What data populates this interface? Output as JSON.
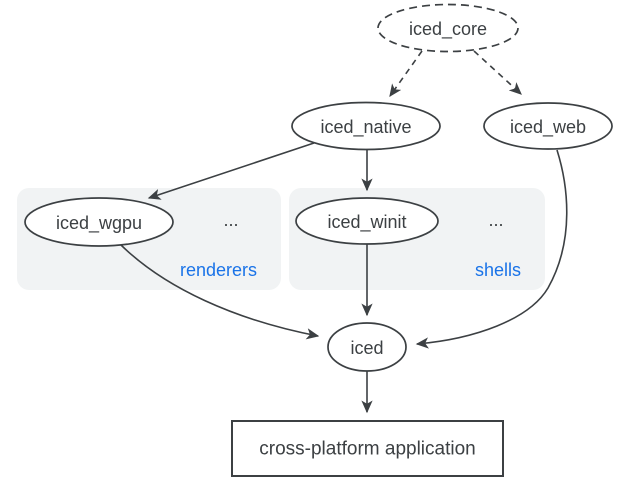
{
  "colors": {
    "ink": "#3c4043",
    "accent": "#1a73e8",
    "group_fill": "#f1f3f4",
    "node_fill": "#ffffff",
    "background": "#ffffff"
  },
  "nodes": {
    "iced_core": {
      "label": "iced_core",
      "shape": "ellipse",
      "border": "dashed"
    },
    "iced_native": {
      "label": "iced_native",
      "shape": "ellipse",
      "border": "solid"
    },
    "iced_web": {
      "label": "iced_web",
      "shape": "ellipse",
      "border": "solid"
    },
    "iced_wgpu": {
      "label": "iced_wgpu",
      "shape": "ellipse",
      "border": "solid"
    },
    "iced_winit": {
      "label": "iced_winit",
      "shape": "ellipse",
      "border": "solid"
    },
    "iced": {
      "label": "iced",
      "shape": "ellipse",
      "border": "solid"
    },
    "app": {
      "label": "cross-platform application",
      "shape": "rect",
      "border": "solid"
    }
  },
  "groups": {
    "renderers": {
      "label": "renderers",
      "ellipsis": "...",
      "contains": [
        "iced_wgpu"
      ]
    },
    "shells": {
      "label": "shells",
      "ellipsis": "...",
      "contains": [
        "iced_winit"
      ]
    }
  },
  "edges": [
    {
      "from": "iced_core",
      "to": "iced_native",
      "style": "dashed"
    },
    {
      "from": "iced_core",
      "to": "iced_web",
      "style": "dashed"
    },
    {
      "from": "iced_native",
      "to": "iced_wgpu",
      "style": "solid"
    },
    {
      "from": "iced_native",
      "to": "iced_winit",
      "style": "solid"
    },
    {
      "from": "iced_wgpu",
      "to": "iced",
      "style": "solid"
    },
    {
      "from": "iced_winit",
      "to": "iced",
      "style": "solid"
    },
    {
      "from": "iced_web",
      "to": "iced",
      "style": "solid"
    },
    {
      "from": "iced",
      "to": "app",
      "style": "solid"
    }
  ]
}
